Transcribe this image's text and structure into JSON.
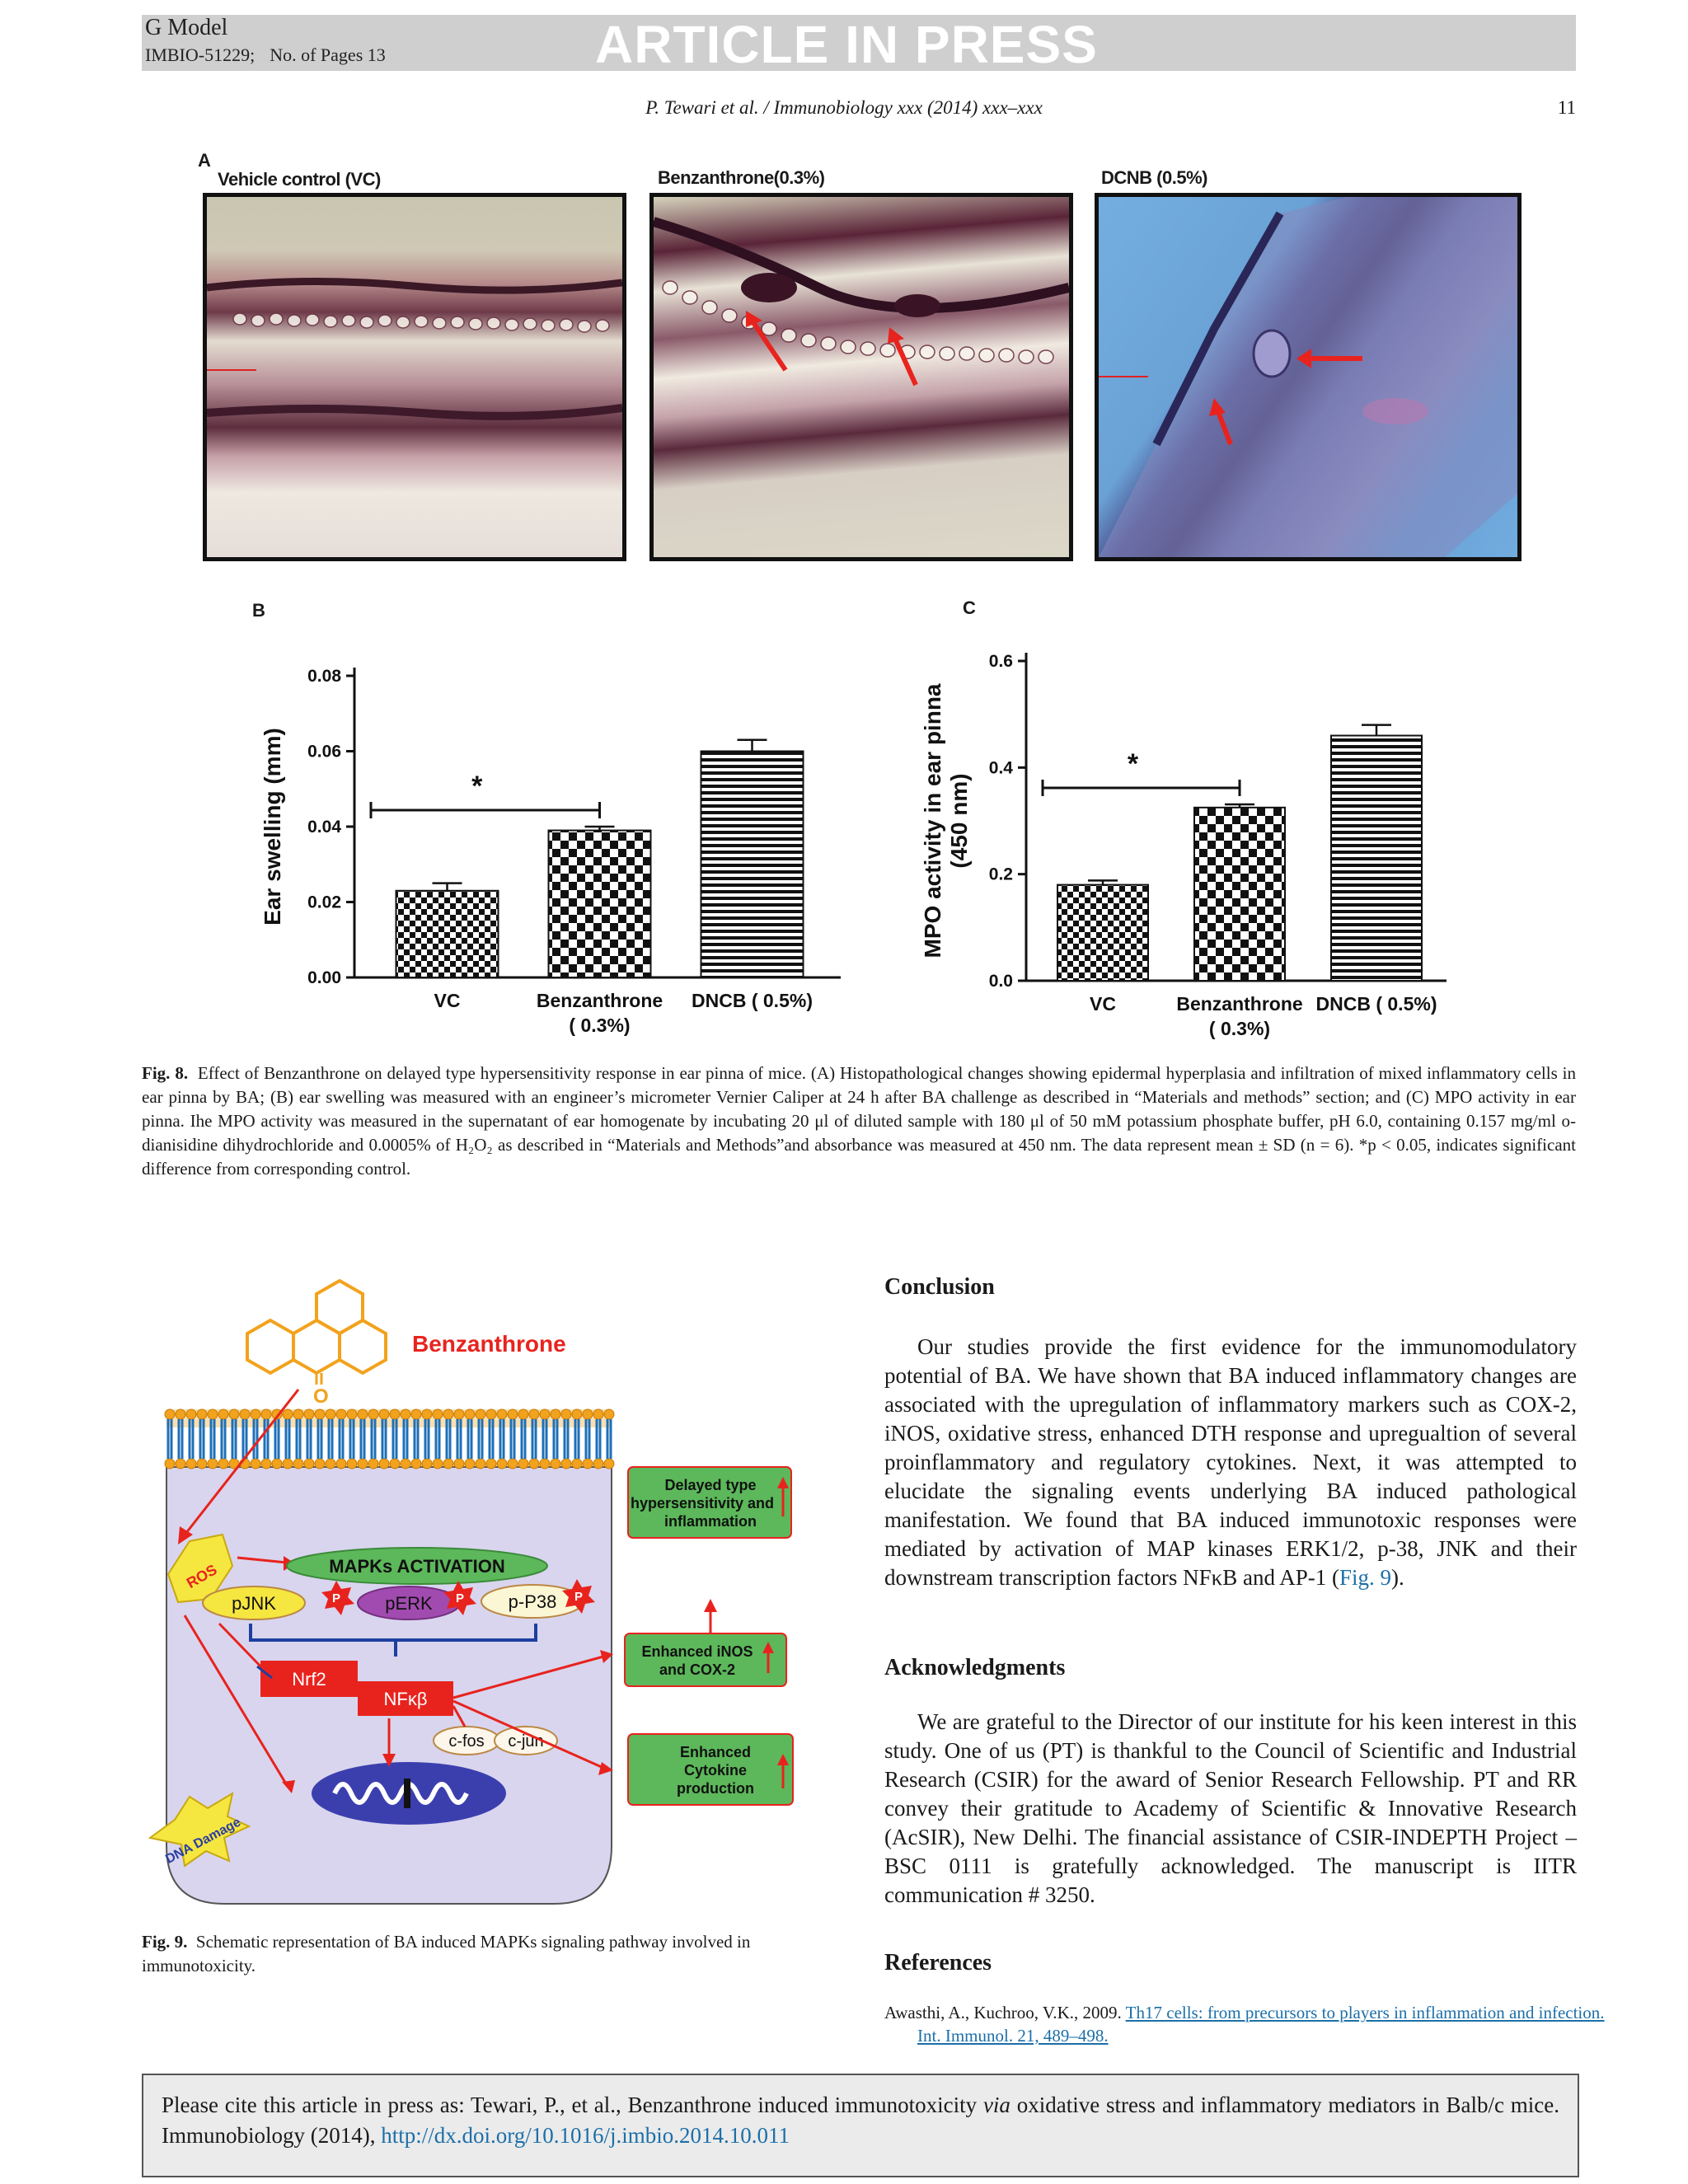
{
  "header": {
    "model": "G Model",
    "article_id": "IMBIO-51229;",
    "pages": "No. of Pages 13",
    "banner": "ARTICLE IN PRESS",
    "running_head": "P. Tewari et al. / Immunobiology xxx (2014) xxx–xxx",
    "page_number": "11"
  },
  "fig8": {
    "panel_a": "A",
    "panel_b": "B",
    "panel_c": "C",
    "micro_labels": [
      "Vehicle control (VC)",
      "Benzanthrone(0.3%)",
      "DCNB (0.5%)"
    ],
    "caption_label": "Fig. 8.",
    "caption_text": "Effect of Benzanthrone on delayed type hypersensitivity response in ear pinna of mice. (A) Histopathological changes showing epidermal hyperplasia and infiltration of mixed inflammatory cells in ear pinna by BA; (B) ear swelling was measured with an engineer’s micrometer Vernier Caliper at 24 h after BA challenge as described in “Materials and methods” section; and (C) MPO activity in ear pinna. Ihe MPO activity was measured in the supernatant of ear homogenate by incubating 20 μl of diluted sample with 180 μl of 50 mM potassium phosphate buffer, pH 6.0, containing 0.157 mg/ml o-dianisidine dihydrochloride and 0.0005% of H₂O₂ as described in “Materials and Methods”and absorbance was measured at 450 nm. The data represent mean ± SD (n = 6). *p < 0.05, indicates significant difference from corresponding control."
  },
  "chart_data": [
    {
      "type": "bar",
      "panel": "B",
      "categories": [
        "VC",
        "Benzanthrone",
        "DNCB ( 0.5%)"
      ],
      "category_sublabels": [
        "",
        "( 0.3%)",
        ""
      ],
      "values": [
        0.023,
        0.039,
        0.06
      ],
      "errors": [
        0.002,
        0.001,
        0.003
      ],
      "ylabel": "Ear swelling (mm)",
      "ylim": [
        0,
        0.08
      ],
      "yticks": [
        "0.00",
        "0.02",
        "0.04",
        "0.06",
        "0.08"
      ],
      "significance": "*",
      "patterns": [
        "checker-small",
        "checker-large",
        "horizontal-lines"
      ]
    },
    {
      "type": "bar",
      "panel": "C",
      "categories": [
        "VC",
        "Benzanthrone",
        "DNCB ( 0.5%)"
      ],
      "category_sublabels": [
        "",
        "( 0.3%)",
        ""
      ],
      "values": [
        0.18,
        0.325,
        0.46
      ],
      "errors": [
        0.008,
        0.006,
        0.02
      ],
      "ylabel": "MPO activity in ear pinna (450 nm)",
      "ylim": [
        0,
        0.6
      ],
      "yticks": [
        "0.0",
        "0.2",
        "0.4",
        "0.6"
      ],
      "significance": "*",
      "patterns": [
        "checker-small",
        "checker-large",
        "horizontal-lines"
      ]
    }
  ],
  "fig9": {
    "benzanthrone": "Benzanthrone",
    "oxygen": "O",
    "ros": "ROS",
    "mapk": "MAPKs ACTIVATION",
    "pjnk": "pJNK",
    "perk": "pERK",
    "pp38": "p-P38",
    "phospho": "P",
    "nrf2": "Nrf2",
    "nfkb": "NFκβ",
    "cfos": "c-fos",
    "cjun": "c-jun",
    "dna_damage": "DNA Damage",
    "box1": [
      "Delayed type",
      "hypersensitivity and",
      "inflammation"
    ],
    "box2": [
      "Enhanced iNOS",
      "and COX-2"
    ],
    "box3": [
      "Enhanced",
      "Cytokine",
      "production"
    ],
    "caption_label": "Fig. 9.",
    "caption_text": "Schematic representation of BA induced MAPKs signaling pathway involved in immunotoxicity.",
    "colors": {
      "red": "#e8231e",
      "green": "#5cb85a",
      "membrane_blue": "#1d6fb8",
      "head_orange": "#f2a21c",
      "cell": "#d9d5ee",
      "nucleus": "#3b3fae"
    }
  },
  "conclusion": {
    "heading": "Conclusion",
    "text": "Our studies provide the first evidence for the immunomodulatory potential of BA. We have shown that BA induced inflammatory changes are associated with the upregulation of inflammatory markers such as COX-2, iNOS, oxidative stress, enhanced DTH response and upregualtion of several proinflammatory and regulatory cytokines. Next, it was attempted to elucidate the signaling events underlying BA induced pathological manifestation. We found that BA induced immunotoxic responses were mediated by activation of MAP kinases ERK1/2, p-38, JNK and their downstream transcription factors NFκB and AP-1 (",
    "link": "Fig. 9",
    "tail": ")."
  },
  "acknowledgments": {
    "heading": "Acknowledgments",
    "text": "We are grateful to the Director of our institute for his keen interest in this study. One of us (PT) is thankful to the Council of Scientific and Industrial Research (CSIR) for the award of Senior Research Fellowship. PT and RR convey their gratitude to Academy of Scientific & Innovative Research (AcSIR), New Delhi. The financial assistance of CSIR-INDEPTH Project – BSC 0111 is gratefully acknowledged. The manuscript is IITR communication # 3250."
  },
  "references": {
    "heading": "References",
    "items": [
      {
        "authors": "Awasthi, A., Kuchroo, V.K., 2009. ",
        "title": "Th17 cells: from precursors to players in inflammation and infection. Int. Immunol. 21, 489–498."
      }
    ]
  },
  "footer": {
    "cite_pre": "Please cite this article in press as: Tewari, P., et al., Benzanthrone induced immunotoxicity ",
    "cite_via": "via",
    "cite_post": " oxidative stress and inflammatory mediators in Balb/c mice. Immunobiology (2014), ",
    "doi": "http://dx.doi.org/10.1016/j.imbio.2014.10.011"
  }
}
